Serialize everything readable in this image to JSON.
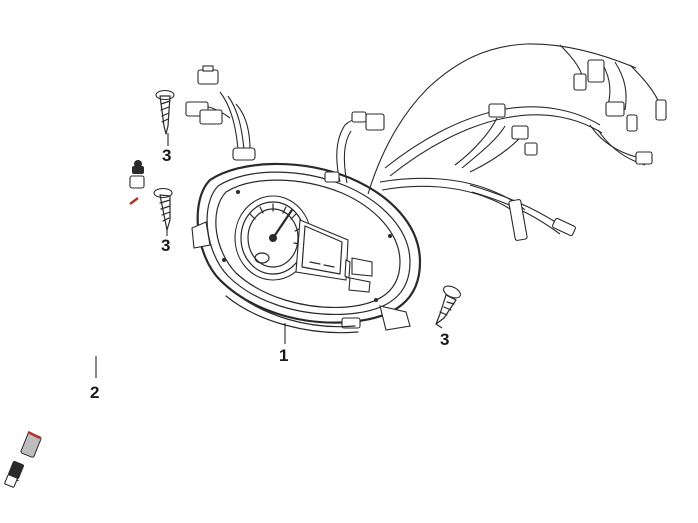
{
  "callouts": [
    {
      "id": "1",
      "label": "1"
    },
    {
      "id": "2",
      "label": "2"
    },
    {
      "id": "3a",
      "label": "3"
    },
    {
      "id": "3b",
      "label": "3"
    },
    {
      "id": "3c",
      "label": "3"
    }
  ],
  "colors": {
    "line": "#2a2a2a",
    "background": "#ffffff",
    "accent": "#b4322c"
  }
}
